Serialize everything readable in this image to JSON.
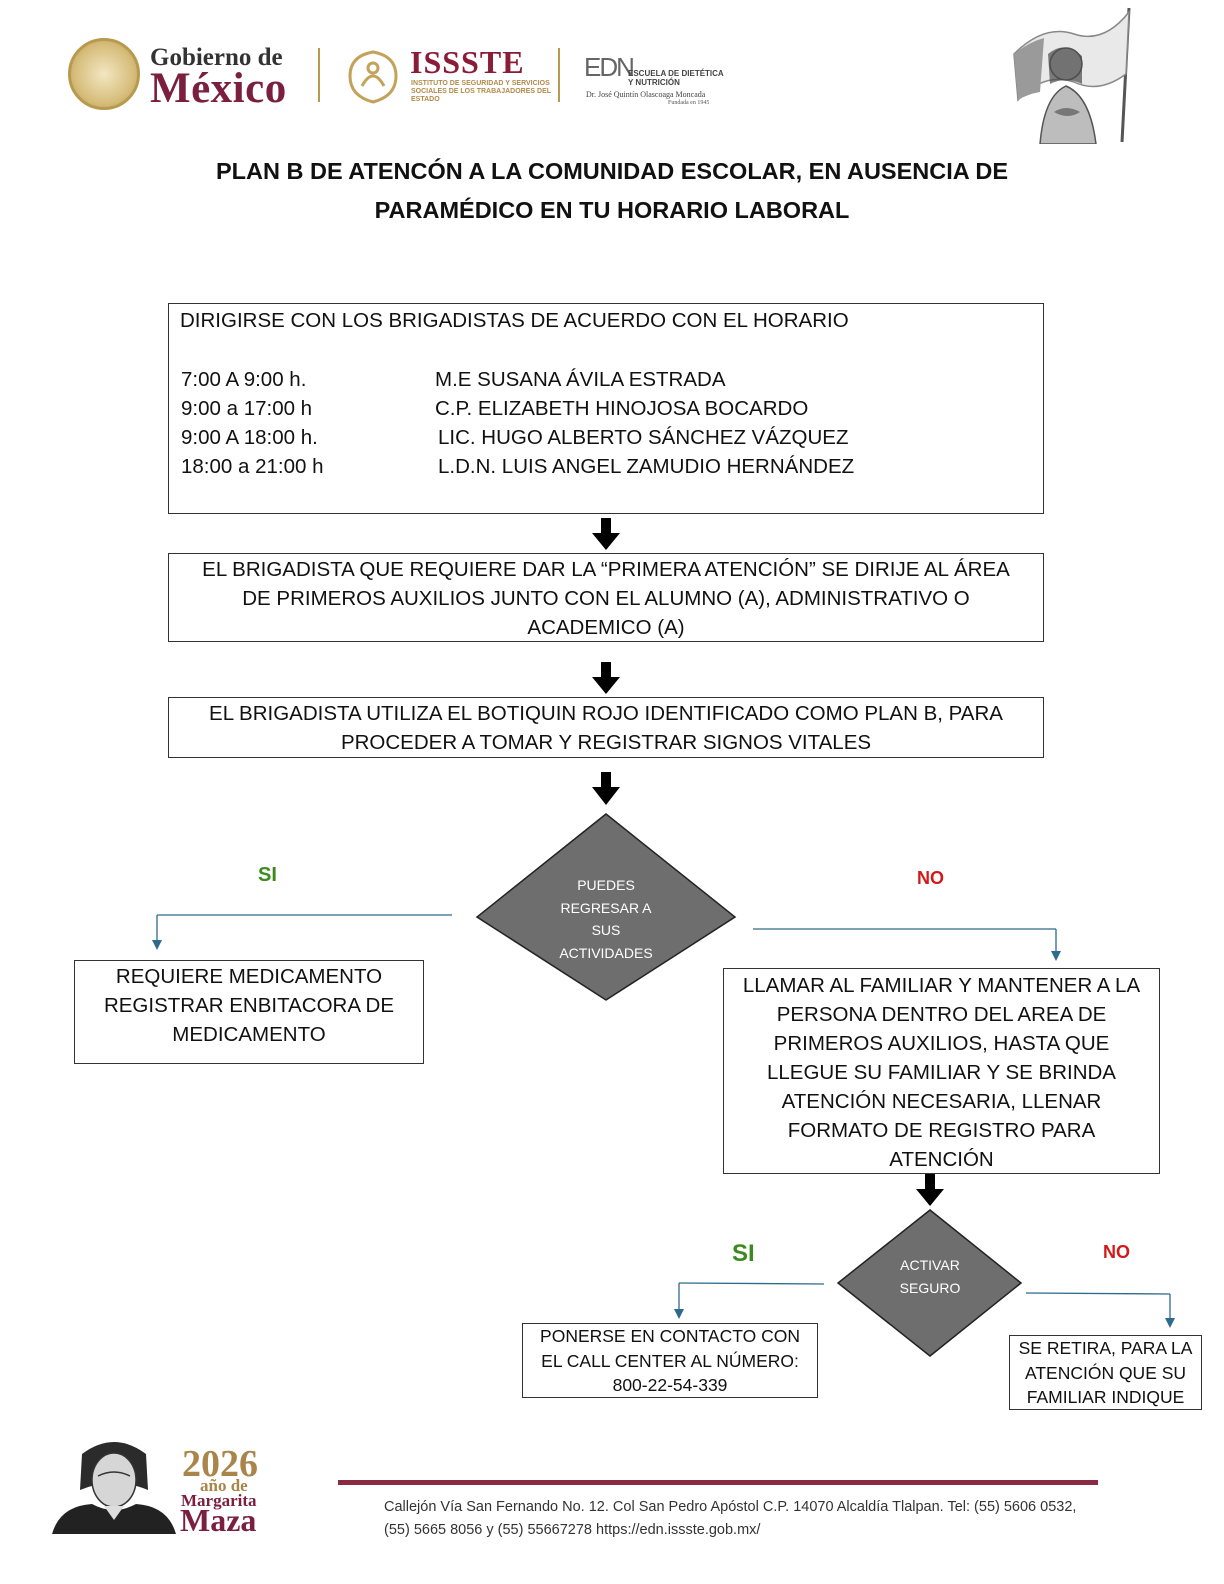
{
  "header": {
    "gobierno_top": "Gobierno de",
    "gobierno_main": "México",
    "issste_name": "ISSSTE",
    "issste_sub": "INSTITUTO DE SEGURIDAD Y SERVICIOS SOCIALES DE LOS TRABAJADORES DEL ESTADO",
    "edn_mark": "EDN",
    "edn_sub1": "ESCUELA DE DIETÉTICA",
    "edn_sub1b": "Y NUTRICIÓN",
    "edn_sub2": "Dr. José Quintín Olascoaga Moncada",
    "edn_sub3": "Fundada en 1945",
    "icons": [
      "mexico-seal-icon",
      "issste-logo-icon",
      "heroine-flag-illustration"
    ]
  },
  "title_line1": "PLAN B DE ATENCÓN A LA COMUNIDAD ESCOLAR, EN AUSENCIA DE",
  "title_line2": "PARAMÉDICO EN TU HORARIO LABORAL",
  "colors": {
    "dark_gray_diamond": "#6e6e6e",
    "arrow_blue": "#2e6a8c",
    "si_green": "#3d8a1f",
    "no_red": "#d11a1a",
    "brand_maroon": "#7a1f3d",
    "brand_gold": "#a9854a"
  },
  "box1": {
    "heading": "DIRIGIRSE CON LOS BRIGADISTAS DE ACUERDO CON EL HORARIO",
    "schedule": [
      {
        "time": "7:00 A 9:00 h.",
        "name": "M.E SUSANA ÁVILA ESTRADA"
      },
      {
        "time": "9:00 a 17:00 h",
        "name": "C.P. ELIZABETH HINOJOSA BOCARDO"
      },
      {
        "time": "9:00 A 18:00 h.",
        "name": "LIC.  HUGO ALBERTO SÁNCHEZ VÁZQUEZ"
      },
      {
        "time": "18:00 a 21:00 h",
        "name": "L.D.N. LUIS ANGEL ZAMUDIO HERNÁNDEZ"
      }
    ]
  },
  "box2": {
    "line1": "EL BRIGADISTA QUE REQUIERE DAR LA “PRIMERA ATENCIÓN” SE DIRIJE AL ÁREA",
    "line2": "DE PRIMEROS AUXILIOS JUNTO CON EL ALUMNO (A), ADMINISTRATIVO O",
    "line3": "ACADEMICO (A)"
  },
  "box3": {
    "line1": "EL BRIGADISTA UTILIZA EL BOTIQUIN ROJO IDENTIFICADO COMO PLAN B, PARA",
    "line2": "PROCEDER A TOMAR Y REGISTRAR SIGNOS VITALES"
  },
  "decision1": {
    "line1": "PUEDES",
    "line2": "REGRESAR A",
    "line3": "SUS",
    "line4": "ACTIVIDADES",
    "yes": "SI",
    "no": "NO"
  },
  "box_yes1": {
    "line1": "REQUIERE MEDICAMENTO",
    "line2": "REGISTRAR ENBITACORA DE",
    "line3": "MEDICAMENTO"
  },
  "box_no1": {
    "line1": "LLAMAR AL FAMILIAR Y MANTENER A LA",
    "line2": "PERSONA DENTRO DEL AREA DE",
    "line3": "PRIMEROS AUXILIOS, HASTA QUE",
    "line4": "LLEGUE SU FAMILIAR Y SE BRINDA",
    "line5": "ATENCIÓN NECESARIA, LLENAR",
    "line6": "FORMATO DE REGISTRO PARA",
    "line7": "ATENCIÓN"
  },
  "decision2": {
    "line1": "ACTIVAR",
    "line2": "SEGURO",
    "yes": "SI",
    "no": "NO"
  },
  "box_yes2": {
    "line1": "PONERSE EN CONTACTO CON",
    "line2": "EL CALL CENTER AL NÚMERO:",
    "line3": "800-22-54-339"
  },
  "box_no2": {
    "line1": "SE RETIRA, PARA LA",
    "line2": "ATENCIÓN QUE SU",
    "line3": "FAMILIAR INDIQUE"
  },
  "footer": {
    "year": "2026",
    "year_sub": "año de",
    "name1": "Margarita",
    "name2": "Maza",
    "address1": "Callejón Vía San Fernando No. 12. Col San Pedro Apóstol C.P. 14070 Alcaldía Tlalpan. Tel: (55) 5606 0532,",
    "address2": "(55) 5665 8056 y (55) 55667278  https://edn.issste.gob.mx/"
  }
}
